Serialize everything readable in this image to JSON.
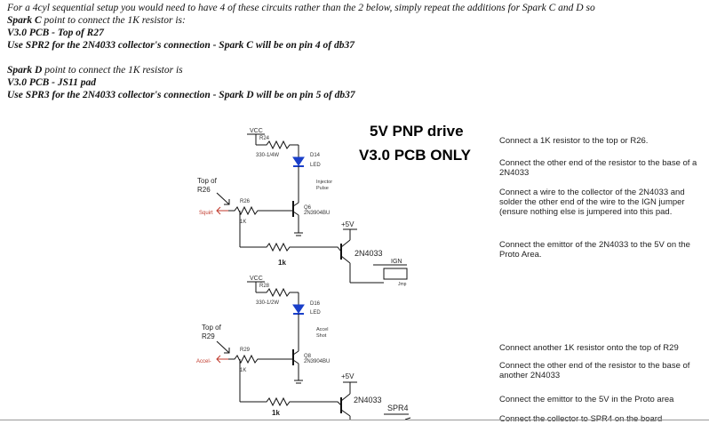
{
  "intro": {
    "line1": "For a 4cyl sequential setup you would need to have 4 of these circuits rather than the 2 below, simply repeat the additions for Spark C and D so",
    "spark_c_label": "Spark C",
    "spark_c_rest": " point to connect the 1K resistor is:",
    "spark_c_pcb": "V3.0 PCB - Top of R27",
    "spark_c_use": "Use SPR2 for the 2N4033 collector's connection - Spark C will be on pin 4 of db37",
    "spark_d_label": "Spark D",
    "spark_d_rest": " point to connect the 1K resistor is",
    "spark_d_pcb": "V3.0 PCB - JS11 pad",
    "spark_d_use": "Use SPR3 for the 2N4033 collector's connection - Spark D will be on pin 5 of db37"
  },
  "headings": {
    "title": "5V PNP drive",
    "subtitle": "V3.0 PCB ONLY"
  },
  "notes_top": [
    "Connect a 1K resistor to the top or R26.",
    "Connect the other end of the resistor to the base of a 2N4033",
    "Connect a wire to the collector of the 2N4033 and solder the other end of the wire to the IGN jumper (ensure nothing else is jumpered into this pad.",
    "Connect the emittor of the 2N4033 to the 5V on the Proto Area."
  ],
  "notes_bottom": [
    "Connect another 1K resistor onto the top of R29",
    "Connect the other end of the resistor to the base of another 2N4033",
    "Connect the emittor to the 5V in the Proto area",
    "Connect the collector to SPR4 on the board"
  ],
  "schematic": {
    "top": {
      "vcc": "VCC",
      "r_top": "R24",
      "r_top_val": "330-1/4W",
      "led": "D14",
      "led_type": "LED",
      "pulse1": "Injector",
      "pulse2": "Pulse",
      "top_of1": "Top of",
      "top_of2": "R26",
      "r_base": "R26",
      "r_base_val": "1K",
      "signal": "Squirt",
      "q_name": "Q6",
      "q_part": "2N3904BU",
      "plus5": "+5V",
      "pnp": "2N4033",
      "res_1k": "1k",
      "jumper": "IGN",
      "jmp": "Jmp"
    },
    "bottom": {
      "vcc": "VCC",
      "r_top": "R28",
      "r_top_val": "330-1/2W",
      "led": "D16",
      "led_type": "LED",
      "pulse1": "Accel",
      "pulse2": "Shot",
      "top_of1": "Top of",
      "top_of2": "R29",
      "r_base": "R29",
      "r_base_val": "1K",
      "signal": "Accel-",
      "q_name": "Q8",
      "q_part": "2N3904BU",
      "plus5": "+5V",
      "pnp": "2N4033",
      "res_1k": "1k",
      "jumper": "SPR4"
    }
  }
}
